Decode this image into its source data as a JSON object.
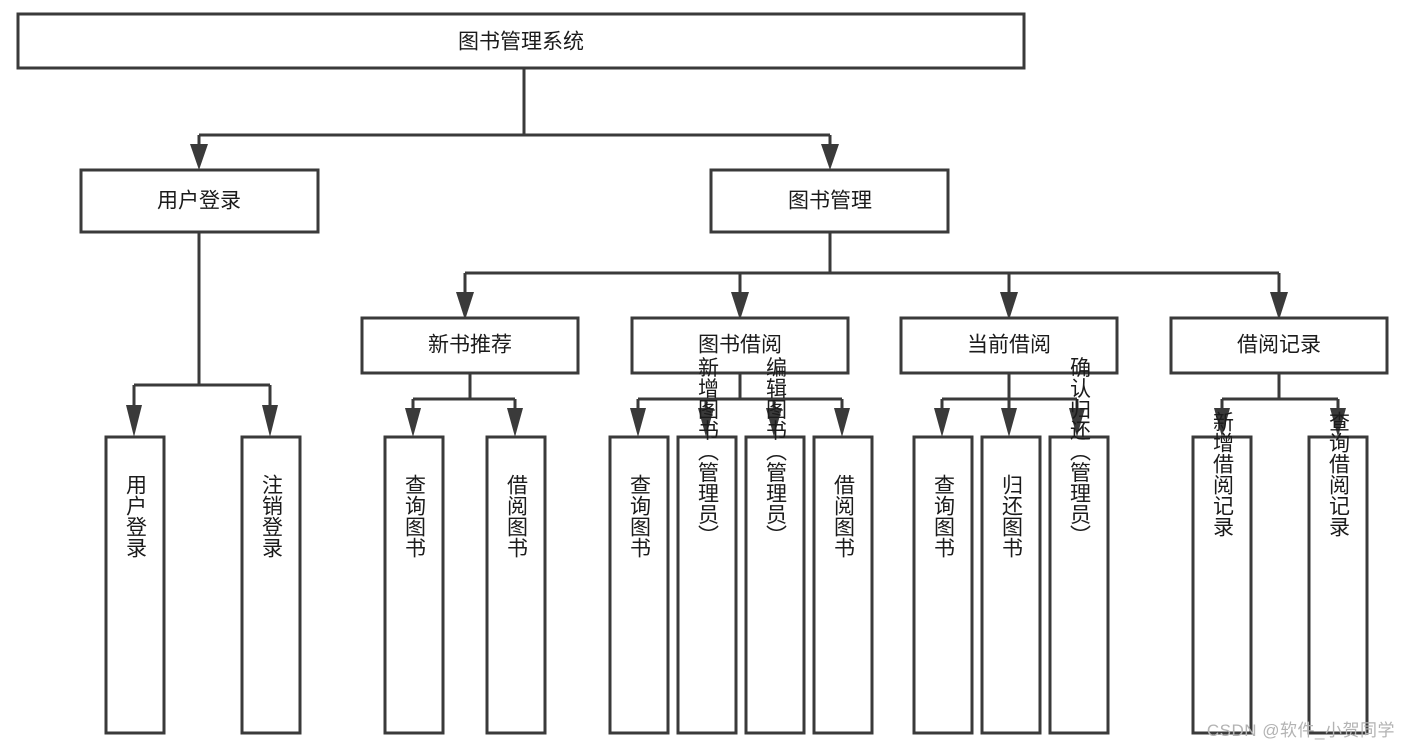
{
  "diagram": {
    "type": "tree-hierarchy",
    "title": "图书管理系统",
    "watermark": "CSDN @软件_小贺同学",
    "colors": {
      "box_stroke": "#3a3a3a",
      "box_fill": "#ffffff",
      "connector": "#3a3a3a",
      "text": "#1b1b1b",
      "watermark": "#b3b3b3",
      "background": "#ffffff"
    },
    "levels": {
      "root": {
        "label": "图书管理系统"
      },
      "level2": [
        {
          "id": "user-login",
          "label": "用户登录"
        },
        {
          "id": "book-management",
          "label": "图书管理"
        }
      ],
      "level3": [
        {
          "id": "new-book-recommend",
          "label": "新书推荐"
        },
        {
          "id": "book-borrow",
          "label": "图书借阅"
        },
        {
          "id": "current-borrow",
          "label": "当前借阅"
        },
        {
          "id": "borrow-record",
          "label": "借阅记录"
        }
      ],
      "leaves": {
        "user_login": [
          {
            "id": "leaf-user-login",
            "label": "用户登录"
          },
          {
            "id": "leaf-logout-login",
            "label": "注销登录"
          }
        ],
        "new_book_recommend": [
          {
            "id": "leaf-query-book-1",
            "label": "查询图书"
          },
          {
            "id": "leaf-borrow-book-1",
            "label": "借阅图书"
          }
        ],
        "book_borrow": [
          {
            "id": "leaf-query-book-2",
            "label": "查询图书"
          },
          {
            "id": "leaf-add-book",
            "label": "新增图书（管理员）"
          },
          {
            "id": "leaf-edit-book",
            "label": "编辑图书（管理员）"
          },
          {
            "id": "leaf-borrow-book-2",
            "label": "借阅图书"
          }
        ],
        "current_borrow": [
          {
            "id": "leaf-query-book-3",
            "label": "查询图书"
          },
          {
            "id": "leaf-return-book",
            "label": "归还图书"
          },
          {
            "id": "leaf-confirm-return",
            "label": "确认归还（管理员）"
          }
        ],
        "borrow_record": [
          {
            "id": "leaf-add-record",
            "label": "新增借阅记录"
          },
          {
            "id": "leaf-query-record",
            "label": "查询借阅记录"
          }
        ]
      }
    }
  }
}
